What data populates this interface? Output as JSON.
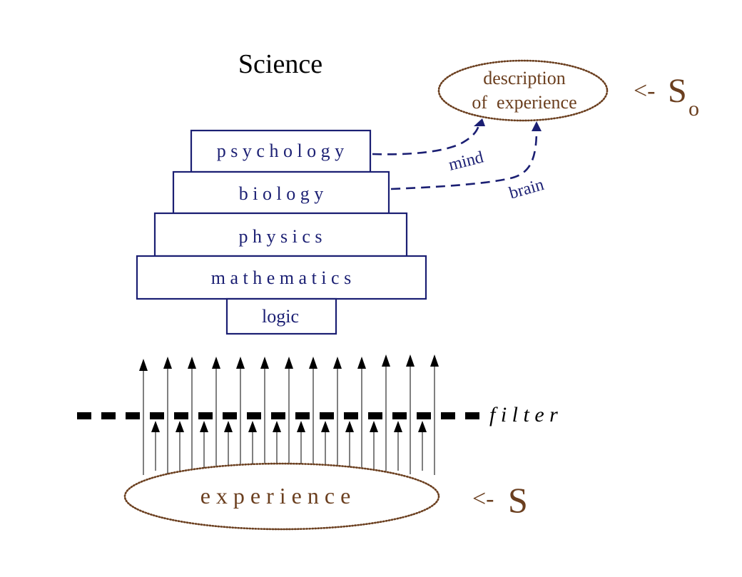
{
  "title": "Science",
  "colors": {
    "navy": "#1b1f73",
    "brown": "#6b3f1f",
    "black": "#000000",
    "box_fill": "#ffffff"
  },
  "layers": [
    {
      "id": "psychology",
      "label": "p s y c h o l o g y"
    },
    {
      "id": "biology",
      "label": "b i o l o g y"
    },
    {
      "id": "physics",
      "label": "p h y s i c s"
    },
    {
      "id": "mathematics",
      "label": "m a t h e m a t i c s"
    },
    {
      "id": "logic",
      "label": "logic"
    }
  ],
  "description_ellipse": {
    "line1": "description",
    "line2": "of  experience"
  },
  "so_label": {
    "arrow": "<-",
    "letter": "S",
    "subscript": "o"
  },
  "links": {
    "mind_label": "mind",
    "brain_label": "brain"
  },
  "filter_label": "f i l t e r",
  "experience_ellipse": {
    "label": "e x p e r i e n c e"
  },
  "s_label": {
    "arrow": "<-",
    "letter": "S"
  },
  "arrows": {
    "pass_through_count": 13,
    "blocked_count": 12
  }
}
